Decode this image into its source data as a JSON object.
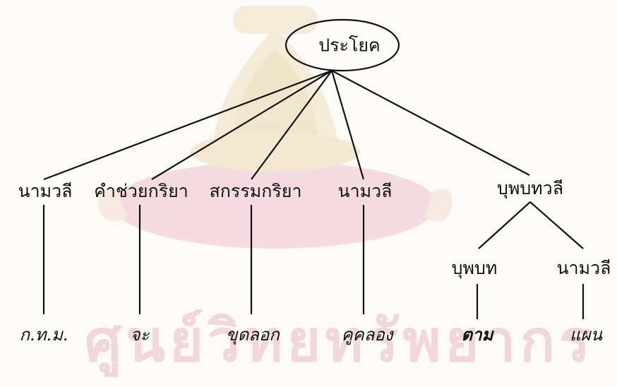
{
  "watermark": {
    "text": "ศูนย์วิทยทรัพยากร",
    "emblem_icon": "university-crest-watermark-icon",
    "emblem_color": "#e7d3a6",
    "banner_color": "#f1c3d0",
    "text_color": "#e9b9c5"
  },
  "tree": {
    "root": {
      "label": "ประโยค"
    },
    "constituents": [
      {
        "label": "นามวลี",
        "word": "ก.ท.ม."
      },
      {
        "label": "คำช่วยกริยา",
        "word": "จะ"
      },
      {
        "label": "สกรรมกริยา",
        "word": "ขุดลอก"
      },
      {
        "label": "นามวลี",
        "word": "คูคลอง"
      },
      {
        "label": "บุพบทวลี",
        "children": [
          {
            "label": "บุพบท",
            "word": "ตาม"
          },
          {
            "label": "นามวลี",
            "word": "แผน"
          }
        ]
      }
    ]
  },
  "colors": {
    "line": "#111111",
    "background": "#fcfbf8"
  }
}
